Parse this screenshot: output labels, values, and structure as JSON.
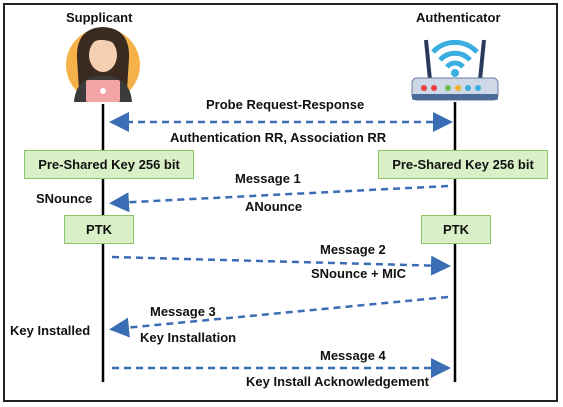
{
  "actors": {
    "supplicant": "Supplicant",
    "authenticator": "Authenticator"
  },
  "messages": {
    "probe": "Probe Request-Response",
    "auth_assoc": "Authentication RR, Association RR",
    "msg1": "Message 1",
    "anounce": "ANounce",
    "msg2": "Message 2",
    "snounce_mic": "SNounce + MIC",
    "msg3": "Message 3",
    "key_installation": "Key Installation",
    "msg4": "Message 4",
    "key_install_ack": "Key Install Acknowledgement"
  },
  "boxes": {
    "psk_left": "Pre-Shared Key 256 bit",
    "psk_right": "Pre-Shared Key 256 bit",
    "ptk_left": "PTK",
    "ptk_right": "PTK"
  },
  "side_labels": {
    "snounce": "SNounce",
    "key_installed": "Key Installed"
  },
  "colors": {
    "arrow": "#3a6db4",
    "box_fill": "#d9f0c6",
    "lifeline": "#000000"
  }
}
